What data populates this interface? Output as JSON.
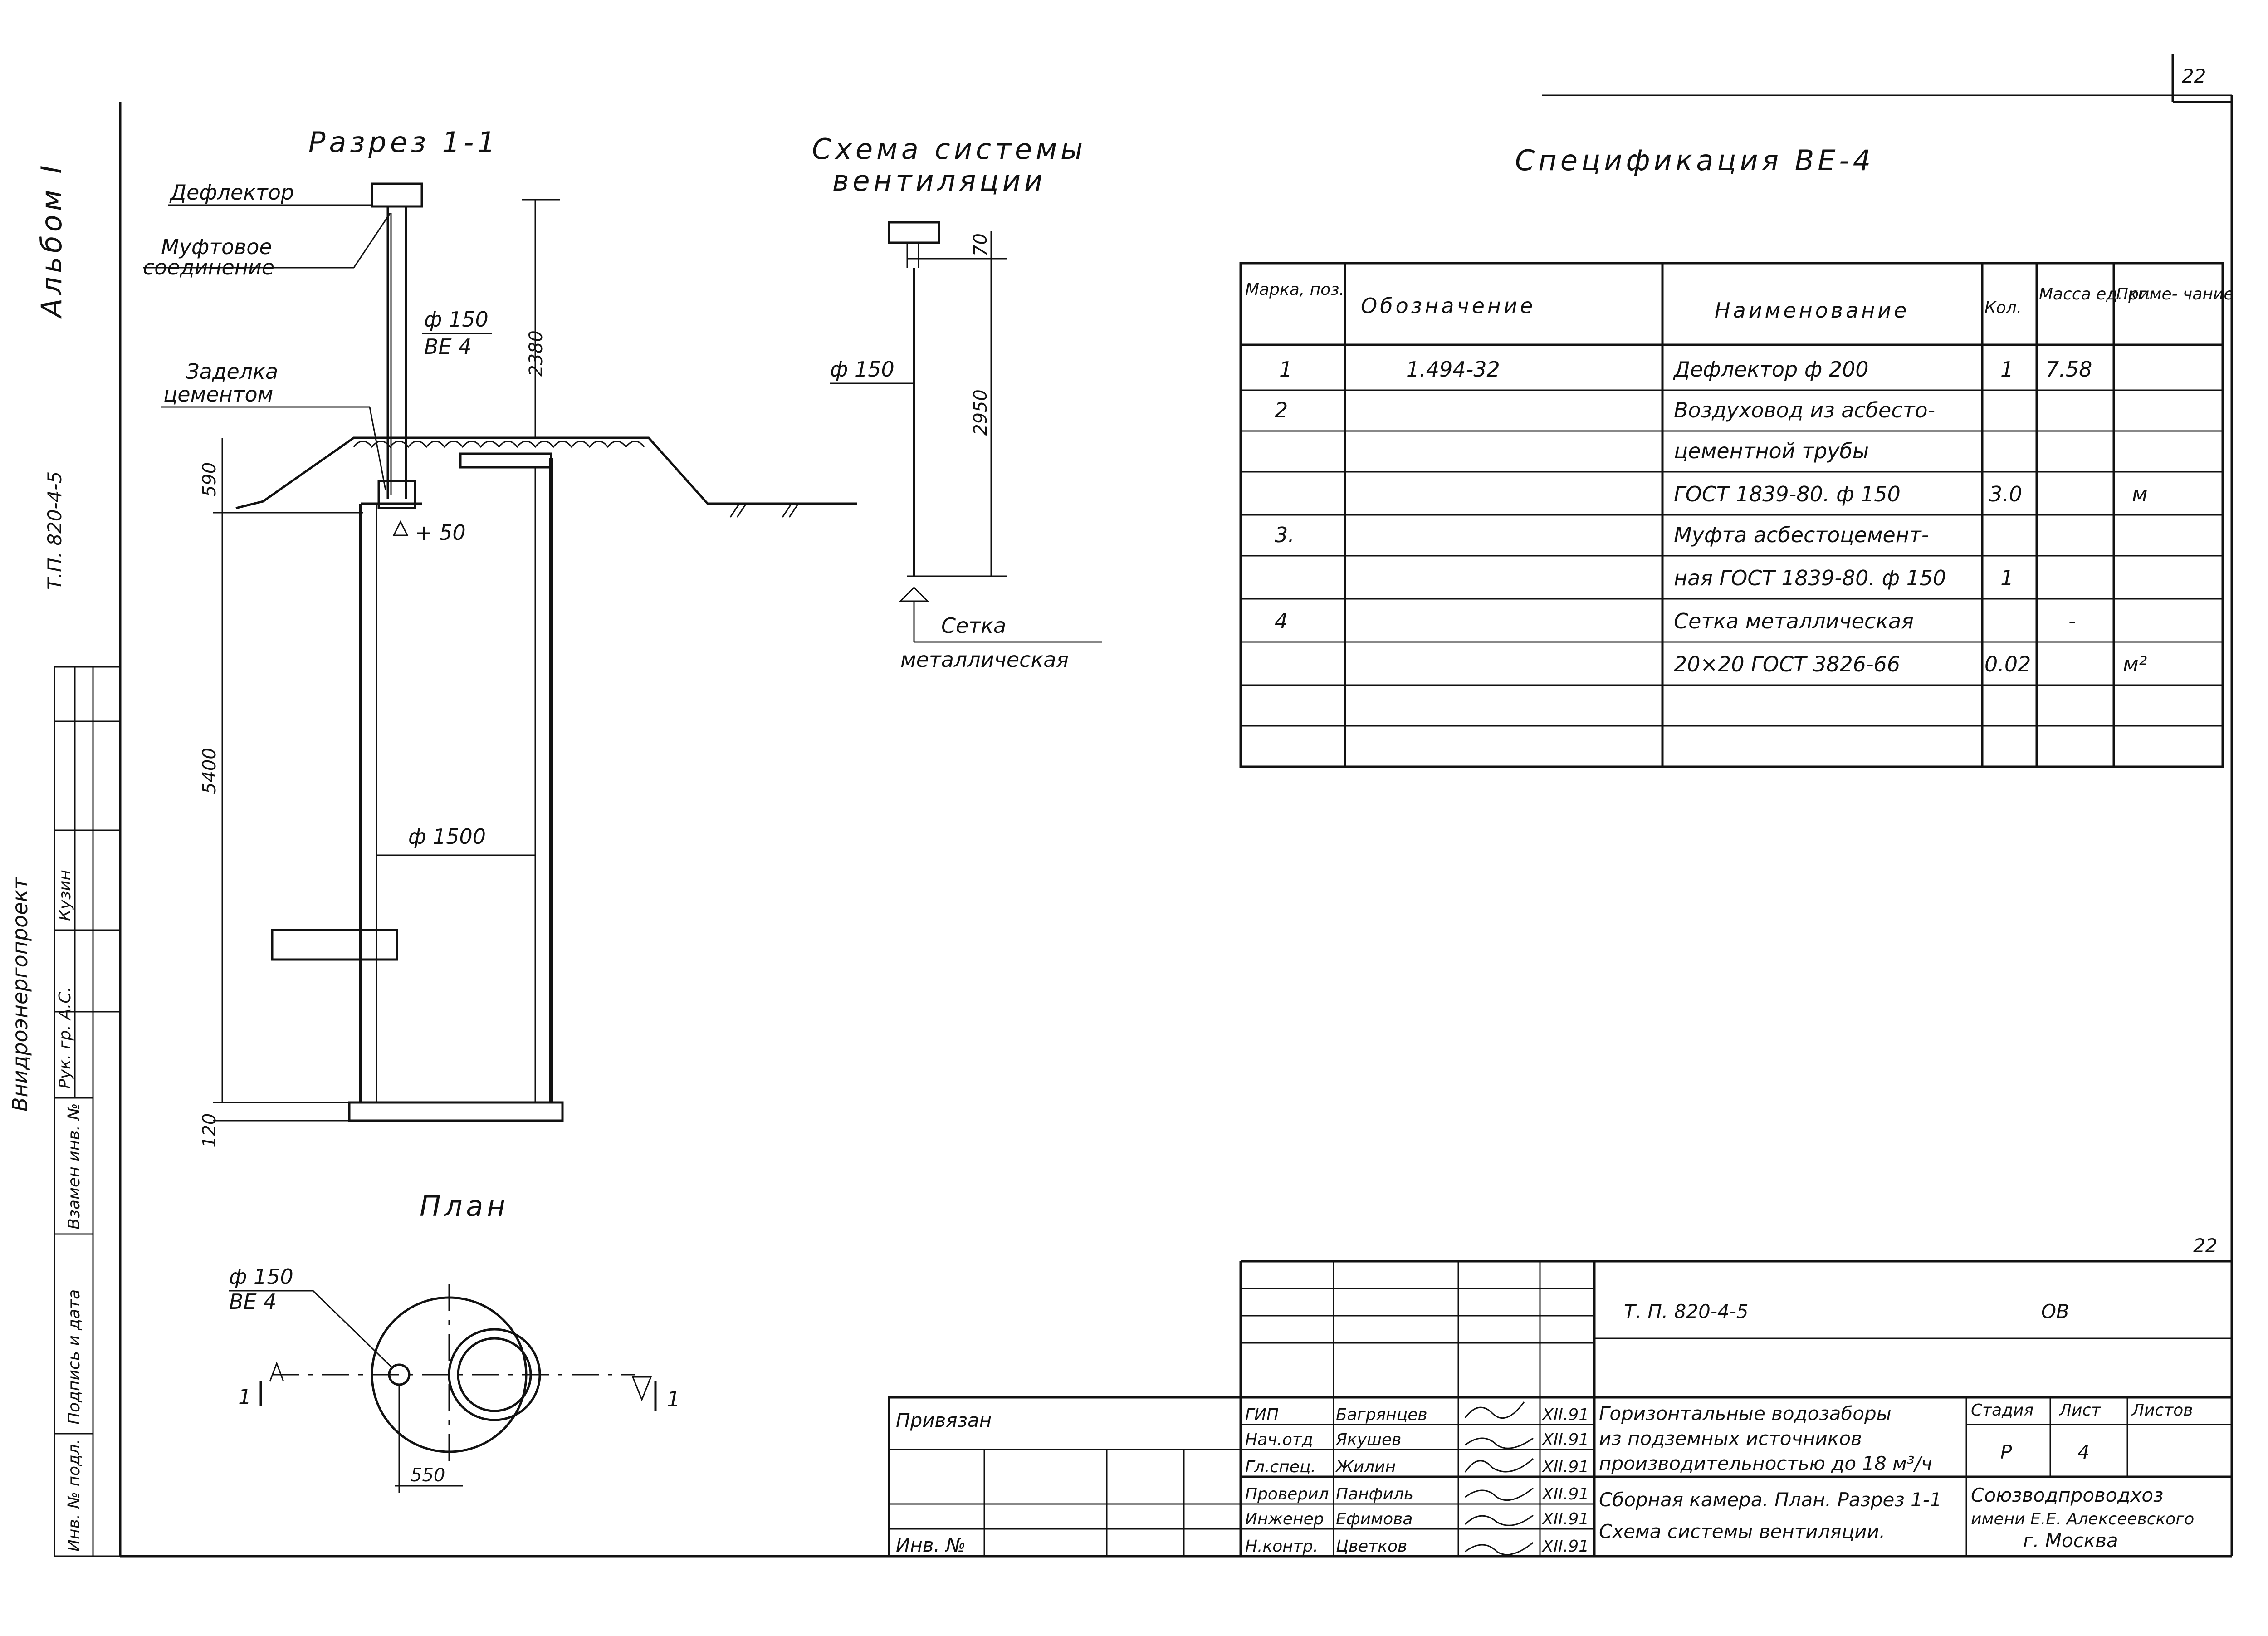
{
  "sheet_number": "22",
  "left_margin": {
    "album": "Альбом I",
    "code": "Т.П. 820-4-5",
    "org_vertical": "Внидроэнергопроект",
    "stamp_rows": [
      "Рук. гр. А.С.",
      "Кузин",
      "",
      ""
    ],
    "stamp_cells": [
      "Инв. № подл.",
      "Подпись и дата",
      "Взамен инв. №"
    ]
  },
  "section": {
    "title": "Разрез 1-1",
    "labels": {
      "deflector": "Дефлектор",
      "coupling": "Муфтовое соединение",
      "coupling_line1": "Муфтовое",
      "coupling_line2": "соединение",
      "seal_line1": "Заделка",
      "seal_line2": "цементом"
    },
    "dimensions": {
      "pipe_dia": "ф 150",
      "pipe_mark": "ВЕ 4",
      "pipe_len": "2380",
      "cover": "590",
      "height": "5400",
      "base": "120",
      "shaft_dia": "ф 1500",
      "level": "+ 50"
    }
  },
  "scheme": {
    "title_line1": "Схема системы",
    "title_line2": "вентиляции",
    "pipe_dia": "ф 150",
    "dim_top": "70",
    "dim_len": "2950",
    "mesh_line1": "Сетка",
    "mesh_line2": "металлическая"
  },
  "plan": {
    "title": "План",
    "pipe_dia": "ф 150",
    "pipe_mark": "ВЕ 4",
    "offset": "550",
    "cut_mark": "1"
  },
  "spec": {
    "title": "Спецификация ВЕ-4",
    "headers": [
      "Марка, поз.",
      "Обозначение",
      "Наименование",
      "Кол.",
      "Масса ед. кг.",
      "Приме- чание"
    ],
    "rows": [
      [
        "1",
        "1.494-32",
        "Дефлектор ф 200",
        "1",
        "7.58",
        ""
      ],
      [
        "2",
        "",
        "Воздуховод из асбесто-",
        "",
        "",
        ""
      ],
      [
        "",
        "",
        "цементной трубы",
        "",
        "",
        ""
      ],
      [
        "",
        "",
        "ГОСТ 1839-80. ф 150",
        "3.0",
        "",
        "м"
      ],
      [
        "3.",
        "",
        "Муфта асбестоцемент-",
        "",
        "",
        ""
      ],
      [
        "",
        "",
        "ная ГОСТ 1839-80. ф 150",
        "1",
        "",
        ""
      ],
      [
        "4",
        "",
        "Сетка металлическая",
        "",
        "-",
        ""
      ],
      [
        "",
        "",
        "20×20 ГОСТ 3826-66",
        "0.02",
        "",
        "м²"
      ],
      [
        "",
        "",
        "",
        "",
        "",
        ""
      ],
      [
        "",
        "",
        "",
        "",
        "",
        ""
      ]
    ]
  },
  "title_block": {
    "sheet_corner": "22",
    "doc_code": "Т. П. 820-4-5",
    "doc_mark": "ОВ",
    "bound_to": "Привязан",
    "inv_no": "Инв. №",
    "signatures": [
      [
        "ГИП",
        "Багрянцев",
        "XII.91"
      ],
      [
        "Нач.отд",
        "Якушев",
        "XII.91"
      ],
      [
        "Гл.спец.",
        "Жилин",
        "XII.91"
      ],
      [
        "Проверил",
        "Панфиль",
        "XII.91"
      ],
      [
        "Инженер",
        "Ефимова",
        "XII.91"
      ],
      [
        "Н.контр.",
        "Цветков",
        "XII.91"
      ]
    ],
    "project_line1": "Горизонтальные водозаборы",
    "project_line2": "из подземных источников",
    "project_line3": "производительностью до 18 м³/ч",
    "sheet_line1": "Сборная камера. План. Разрез 1-1",
    "sheet_line2": "Схема системы вентиляции.",
    "stage_header": "Стадия",
    "sheet_header": "Лист",
    "sheets_header": "Листов",
    "stage": "Р",
    "sheet": "4",
    "org_line1": "Союзводпроводхоз",
    "org_line2": "имени Е.Е. Алексеевского",
    "org_line3": "г. Москва"
  }
}
